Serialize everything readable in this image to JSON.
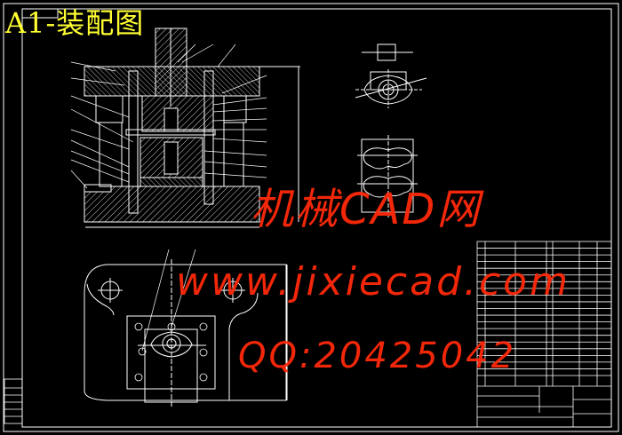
{
  "drawing": {
    "title": "A1-装配图",
    "background_color": "#000000",
    "line_color": "#ffffff",
    "title_color": "#ffff33"
  },
  "watermark": {
    "line1": "机械CAD网",
    "line2": "www.jixiecad.com",
    "line3": "QQ:20425042",
    "color": "#ff2a0a"
  },
  "parts_list": {
    "row_count": 20
  }
}
